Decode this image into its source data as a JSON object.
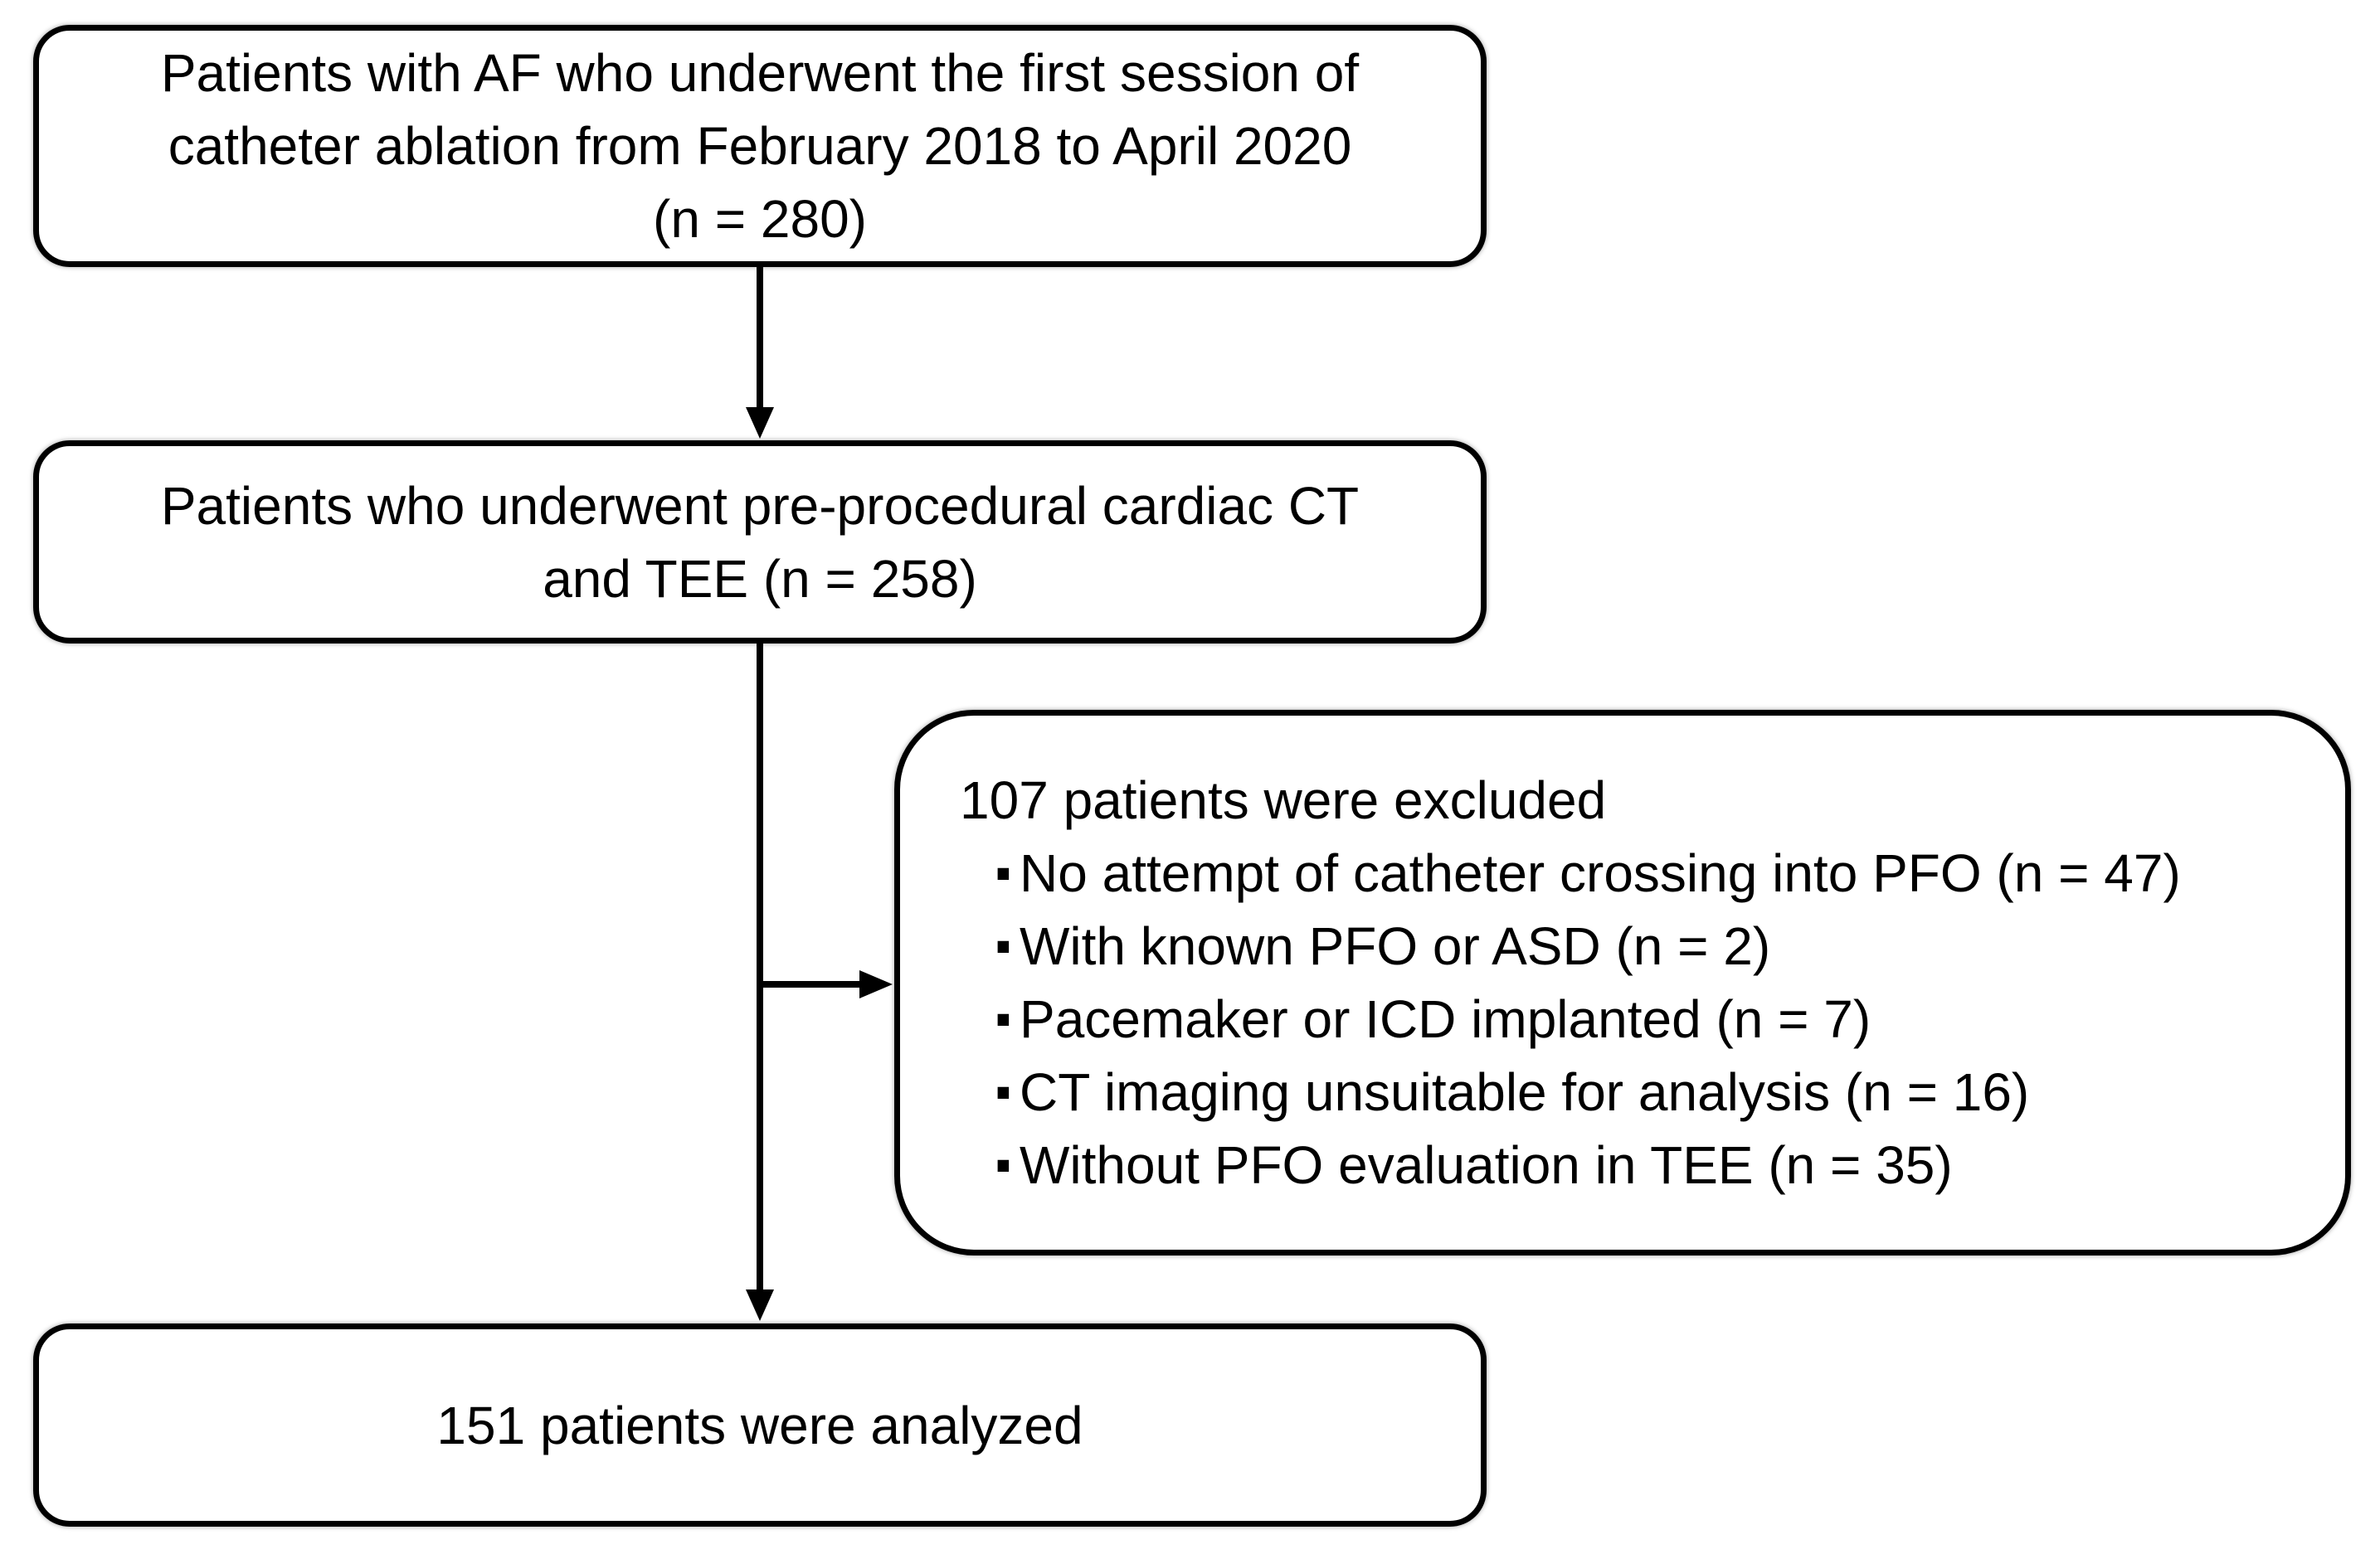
{
  "figure": {
    "type": "patient-flow-diagram",
    "colors": {
      "background": "#ffffff",
      "box_fill": "#ffffff",
      "box_border": "#000000",
      "text": "#000000",
      "arrow": "#000000"
    }
  },
  "boxes": {
    "enrollment": {
      "lines": [
        "Patients with AF who underwent the first session of",
        "catheter ablation from February 2018 to April 2020",
        "(n = 280)"
      ]
    },
    "ct_tee": {
      "lines": [
        "Patients who underwent pre-procedural cardiac CT",
        "and TEE (n = 258)"
      ]
    },
    "excluded": {
      "title": "107 patients were excluded",
      "bullet_char": "·",
      "items": [
        "No attempt of catheter crossing into PFO (n = 47)",
        "With known PFO or ASD (n = 2)",
        "Pacemaker or ICD implanted (n = 7)",
        "CT imaging unsuitable for analysis (n = 16)",
        "Without PFO evaluation in TEE (n = 35)"
      ]
    },
    "analyzed": {
      "text": "151 patients were analyzed"
    }
  }
}
